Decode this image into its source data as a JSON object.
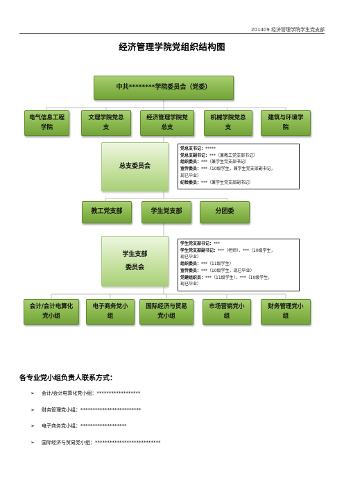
{
  "header": {
    "text": "201409 经济管理学院学生党支部"
  },
  "title": "经济管理学院党组织结构图",
  "committee": "中共********学院委员会（党委）",
  "branches": [
    {
      "line1": "电气信息工程",
      "line2": "学院"
    },
    {
      "line1": "文理学院党总",
      "line2": "支"
    },
    {
      "line1": "经济管理学院党",
      "line2": "总支"
    },
    {
      "line1": "机械学院党总",
      "line2": "支"
    },
    {
      "line1": "建筑与环境学",
      "line2": "院"
    }
  ],
  "general_committee": "总支委员会",
  "general_info": [
    {
      "label": "党总支书记：",
      "text": "*****"
    },
    {
      "label": "党总支副书记：",
      "text": "***（兼教工党支部书记）"
    },
    {
      "label": "组织委员：",
      "text": "***（兼学生党支部书记）"
    },
    {
      "label": "宣传委员：",
      "text": "***（10级学生，兼学生党支部副书记，",
      "cont": "现已毕业）"
    },
    {
      "label": "纪检委员：",
      "text": "***（兼学生党支部副书记）"
    }
  ],
  "sub_branches": [
    "教工党支部",
    "学生党支部",
    "分团委"
  ],
  "student_committee": {
    "line1": "学生支部",
    "line2": "委员会"
  },
  "student_info": [
    {
      "label": "学生党支部书记：",
      "text": "***"
    },
    {
      "label": "学生党支部副书记：",
      "text": "***（老师）、***（10级学生，",
      "cont": "现已毕业）"
    },
    {
      "label": "组织委员：",
      "text": "***（11级学生）"
    },
    {
      "label": "宣传委员：",
      "text": "***（10级学生，现已毕业）"
    },
    {
      "label": "党建组织员：",
      "text": "***（11级学生）、***（10级学生，",
      "cont": "现已毕业）"
    }
  ],
  "groups": [
    {
      "line1": "会计/会计电算化",
      "line2": "党小组"
    },
    {
      "line1": "电子商务党小",
      "line2": "组"
    },
    {
      "line1": "国际经济与贸易",
      "line2": "党小组"
    },
    {
      "line1": "市场营销党小",
      "line2": "组"
    },
    {
      "line1": "财务管理党小",
      "line2": "组"
    }
  ],
  "contacts": {
    "heading": "各专业党小组负责人联系方式：",
    "bullet": "➢",
    "items": [
      "会计/会计电算化党小组：******************",
      "财务管理党小组：*************************",
      "电子商务党小组：*******************",
      "国际经济与贸易党小组：***************************"
    ]
  }
}
